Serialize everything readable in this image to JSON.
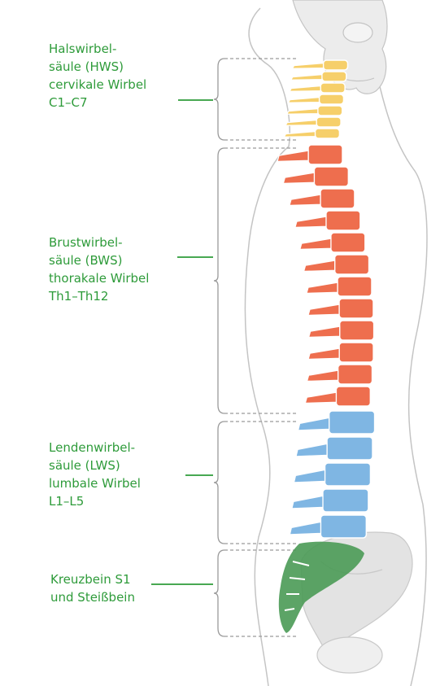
{
  "regions": [
    {
      "key": "hws",
      "lines": [
        "Halswirbel-",
        "säule (HWS)",
        "cervikale Wirbel",
        "C1–C7"
      ],
      "color": "#f6cf6a"
    },
    {
      "key": "bws",
      "lines": [
        "Brustwirbel-",
        "säule (BWS)",
        "thorakale Wirbel",
        "Th1–Th12"
      ],
      "color": "#ee6e4e"
    },
    {
      "key": "lws",
      "lines": [
        "Lendenwirbel-",
        "säule (LWS)",
        "lumbale Wirbel",
        "L1–L5"
      ],
      "color": "#7fb6e3"
    },
    {
      "key": "sacrum",
      "lines": [
        "Kreuzbein S1",
        "und Steißbein"
      ],
      "color": "#4a9a55"
    }
  ],
  "colors": {
    "label": "#2e9b3a",
    "bracket": "#9a9a9a",
    "body_outline": "#bdbdbd",
    "bone_fill": "#e6e6e6"
  }
}
